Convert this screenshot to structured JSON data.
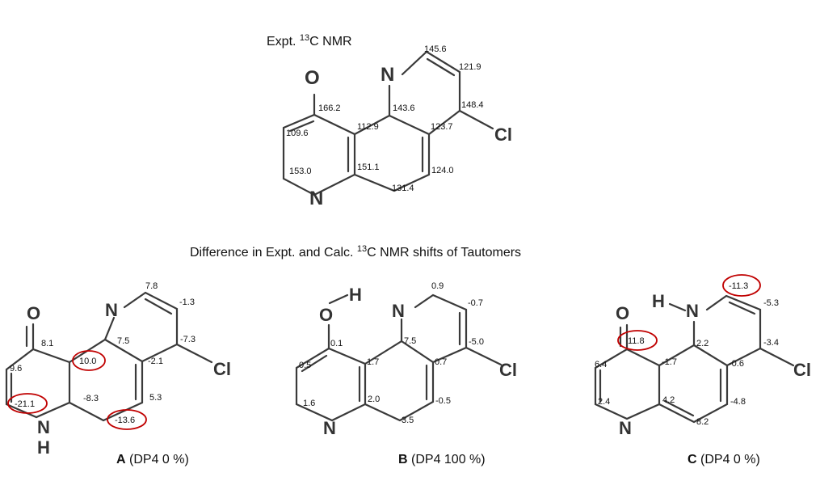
{
  "experimental": {
    "title": "Expt. ¹³C NMR",
    "shifts": [
      "145.6",
      "121.9",
      "148.4",
      "166.2",
      "143.6",
      "109.6",
      "112.9",
      "123.7",
      "153.0",
      "151.1",
      "124.0",
      "131.4"
    ],
    "atoms": {
      "oxygen": "O",
      "ring_n_top": "N",
      "ring_n_bottom": "N",
      "chlorine": "Cl"
    }
  },
  "subtitle": "Difference in Expt. and Calc. ¹³C NMR shifts of Tautomers",
  "tautomers": [
    {
      "letter": "A",
      "caption_rest": " (DP4 0 %)",
      "shifts": [
        "7.8",
        "-1.3",
        "-7.3",
        "8.1",
        "7.5",
        "10.0",
        "-2.1",
        "9.6",
        "-8.3",
        "-21.1",
        "5.3",
        "-13.6"
      ],
      "circled": [
        "10.0",
        "-21.1",
        "-13.6"
      ],
      "atoms": {
        "oxygen": "O",
        "ring_n": "N",
        "nh_n": "N",
        "nh_h": "H",
        "chlorine": "Cl"
      }
    },
    {
      "letter": "B",
      "caption_rest": " (DP4 100 %)",
      "shifts": [
        "0.9",
        "-0.7",
        "-5.0",
        "0.1",
        "7.5",
        "1.7",
        "0.7",
        "0.5",
        "1.6",
        "2.0",
        "-0.5",
        "3.5"
      ],
      "circled": [],
      "atoms": {
        "oxygen": "O",
        "hydroxyl_h": "H",
        "ring_n_top": "N",
        "ring_n_bottom": "N",
        "chlorine": "Cl"
      }
    },
    {
      "letter": "C",
      "caption_rest": " (DP4 0 %)",
      "shifts": [
        "-11.3",
        "-5.3",
        "-3.4",
        "11.8",
        "2.2",
        "-1.7",
        "-0.6",
        "6.4",
        "2.4",
        "4.2",
        "-4.8",
        "8.2"
      ],
      "circled": [
        "-11.3",
        "11.8"
      ],
      "atoms": {
        "oxygen": "O",
        "nh_h": "H",
        "nh_n": "N",
        "ring_n": "N",
        "chlorine": "Cl"
      }
    }
  ]
}
